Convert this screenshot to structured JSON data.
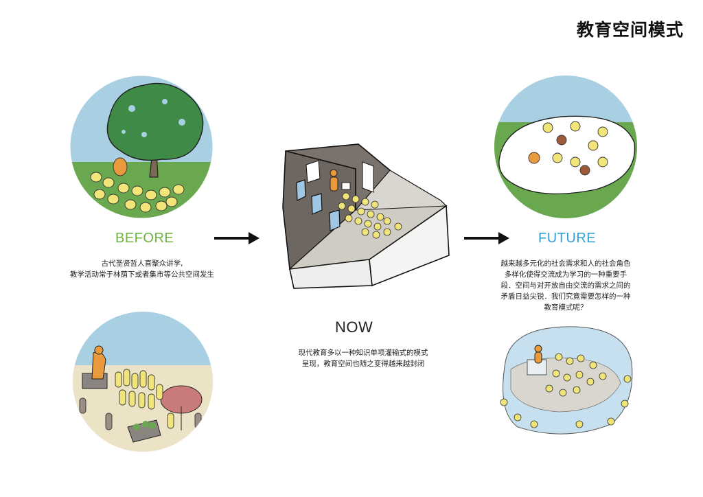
{
  "page": {
    "title": "教育空间模式"
  },
  "before": {
    "label": "BEFORE",
    "desc_lines": [
      "古代圣贤哲人喜聚众讲学,",
      "教学活动常于林荫下或者集市等公共空间发生"
    ],
    "color": "#6cb33f"
  },
  "now": {
    "label": "NOW",
    "desc_lines": [
      "现代教育多以一种知识单项灌输式的模式",
      "呈现，教育空间也随之变得越来越封闭"
    ]
  },
  "future": {
    "label": "FUTURE",
    "desc_lines": [
      "越来越多元化的社会需求和人的社会角色",
      "多样化使得交流成为学习的一种重要手",
      "段．空间与对开放自由交流的需求之间的",
      "矛盾日益尖锐．我们究竟需要怎样的一种",
      "教育模式呢？"
    ],
    "color": "#2f9fd8"
  },
  "colors": {
    "sky": "#a8cfe2",
    "grass": "#6aa84f",
    "figure": "#f1e57a",
    "teacher": "#e89a3c",
    "wall": "#7a726c"
  },
  "icons": [
    "tree-icon",
    "arrow-right-icon",
    "umbrella-icon"
  ]
}
